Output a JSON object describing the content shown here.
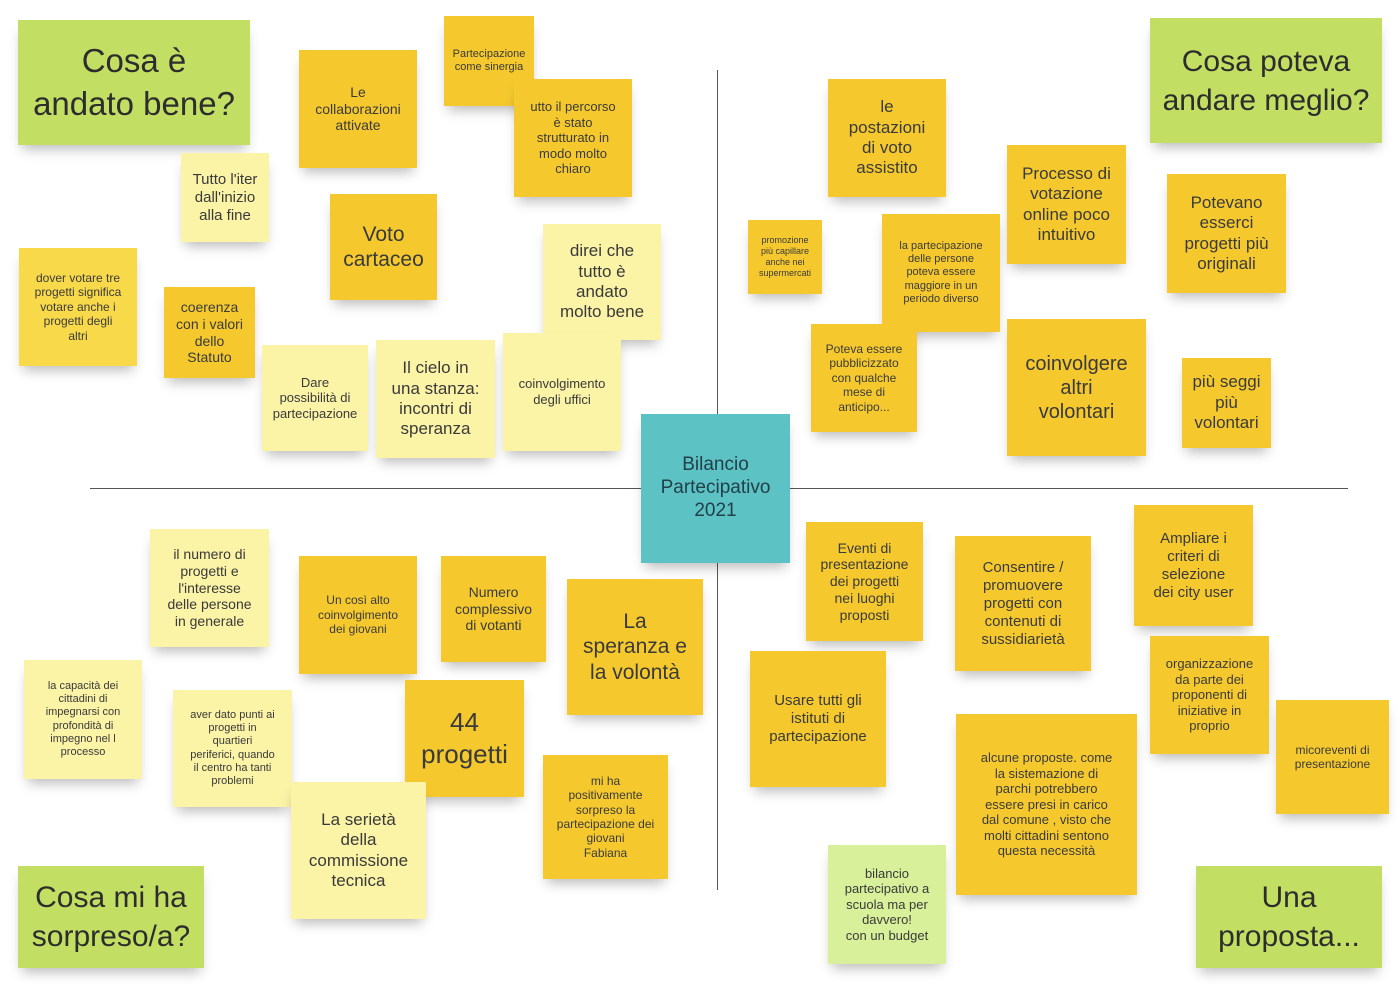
{
  "center": "Bilancio\nPartecipativo\n2021",
  "quadrants": {
    "went_well": {
      "title": "Cosa è\nandato bene?",
      "notes": [
        "Le\ncollaborazioni\nattivate",
        "Partecipazione\ncome sinergia",
        "utto il percorso\nè stato\nstrutturato in\nmodo molto\nchiaro",
        "Tutto l'iter\ndall'inizio\nalla fine",
        "Voto\ncartaceo",
        "direi che\ntutto è\nandato\nmolto bene",
        "dover votare tre\nprogetti significa\nvotare anche i\nprogetti degli\naltri",
        "coerenza\ncon i valori\ndello\nStatuto",
        "Dare\npossibilità di\npartecipazione",
        "Il cielo in\nuna stanza:\nincontri di\nsperanza",
        "coinvolgimento\ndegli uffici"
      ]
    },
    "could_be_better": {
      "title": "Cosa poteva\nandare meglio?",
      "notes": [
        "le\npostazioni\ndi voto\nassistito",
        "Processo di\nvotazione\nonline poco\nintuitivo",
        "Potevano\nesserci\nprogetti più\noriginali",
        "promozione\npiù capillare\nanche nei\nsupermercati",
        "la partecipazione\ndelle persone\npoteva essere\nmaggiore in un\nperiodo diverso",
        "Poteva essere\npubblicizzato\ncon qualche\nmese di\nanticipo...",
        "coinvolgere\naltri\nvolontari",
        "più seggi\npiù\nvolontari"
      ]
    },
    "surprised": {
      "title": "Cosa mi ha\nsorpreso/a?",
      "notes": [
        "il numero di\nprogetti e\nl'interesse\ndelle persone\nin generale",
        "Un così alto\ncoinvolgimento\ndei giovani",
        "Numero\ncomplessivo\ndi votanti",
        "La\nsperanza e\nla volontà",
        "la capacità dei\ncittadini di\nimpegnarsi  con\nprofondità di\nimpegno  nel l\nprocesso",
        "aver dato punti ai\nprogetti in\nquartieri\nperiferici, quando\nil centro ha tanti\nproblemi",
        "44\nprogetti",
        "La serietà\ndella\ncommissione\ntecnica",
        "mi ha\npositivamente\nsorpreso la\npartecipazione dei\ngiovani\nFabiana"
      ]
    },
    "proposal": {
      "title": "Una\nproposta...",
      "notes": [
        "Eventi di\npresentazione\ndei progetti\nnei luoghi\nproposti",
        "Consentire /\npromuovere\nprogetti con\ncontenuti di\nsussidiarietà",
        "Ampliare i\ncriteri di\nselezione\ndei city user",
        "organizzazione\nda parte dei\nproponenti di\niniziative in\nproprio",
        "Usare tutti gli\nistituti di\npartecipazione",
        "micoreventi di\npresentazione",
        "alcune proposte. come\nla sistemazione di\nparchi potrebbero\nessere presi in carico\ndal comune , visto che\nmolti cittadini sentono\nquesta necessità",
        "bilancio\npartecipativo a\nscuola ma per\ndavvero!\ncon un budget"
      ]
    }
  }
}
